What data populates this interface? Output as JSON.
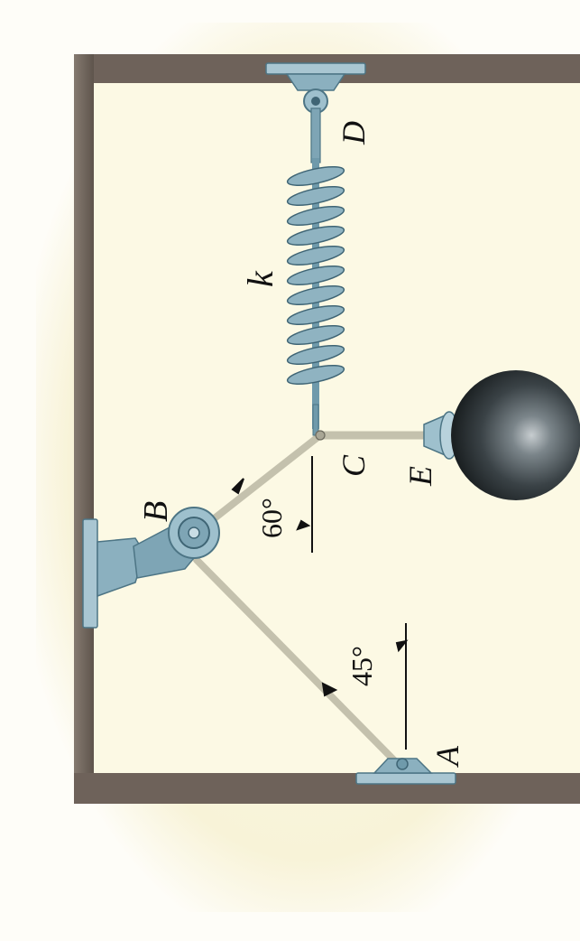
{
  "figure": {
    "labels": {
      "A": "A",
      "B": "B",
      "C": "C",
      "D": "D",
      "E": "E",
      "k": "k"
    },
    "angles": {
      "angle_A": "45°",
      "angle_C": "60°"
    },
    "colors": {
      "background": "#fefdf8",
      "panel": "#fcf9e4",
      "wall": "#6e625a",
      "metal": "#7ea5b5",
      "metal_dark": "#4d7585",
      "cable": "#c9c6b3",
      "sphere": "#2e3437"
    }
  }
}
